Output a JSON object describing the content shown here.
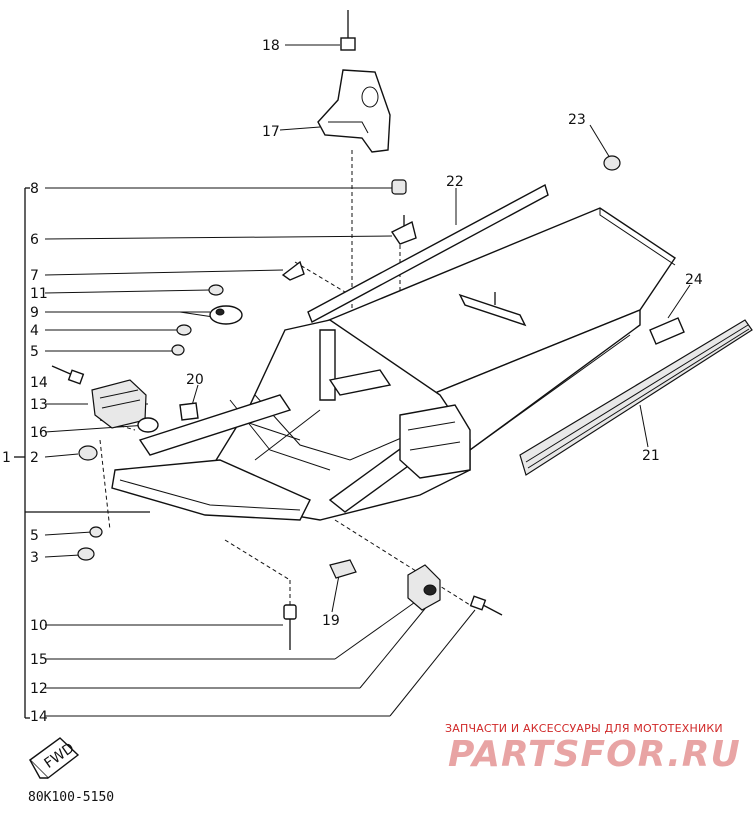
{
  "diagram": {
    "callouts_left": [
      "18",
      "17",
      "8",
      "6",
      "7",
      "11",
      "9",
      "4",
      "5",
      "14",
      "13",
      "16",
      "2",
      "1",
      "5",
      "3",
      "10",
      "15",
      "12",
      "14"
    ],
    "callouts_other": [
      "22",
      "23",
      "24",
      "21",
      "20",
      "19"
    ],
    "fwd_label": "FWD",
    "diagram_code": "80K100-5150"
  },
  "watermark": {
    "text": "ЗАПЧАСТИ И АКСЕССУАРЫ ДЛЯ МОТОТЕХНИКИ",
    "logo": "PARTSFOR.RU",
    "logo_color": "#e8a4a4",
    "text_color": "#d02828"
  }
}
